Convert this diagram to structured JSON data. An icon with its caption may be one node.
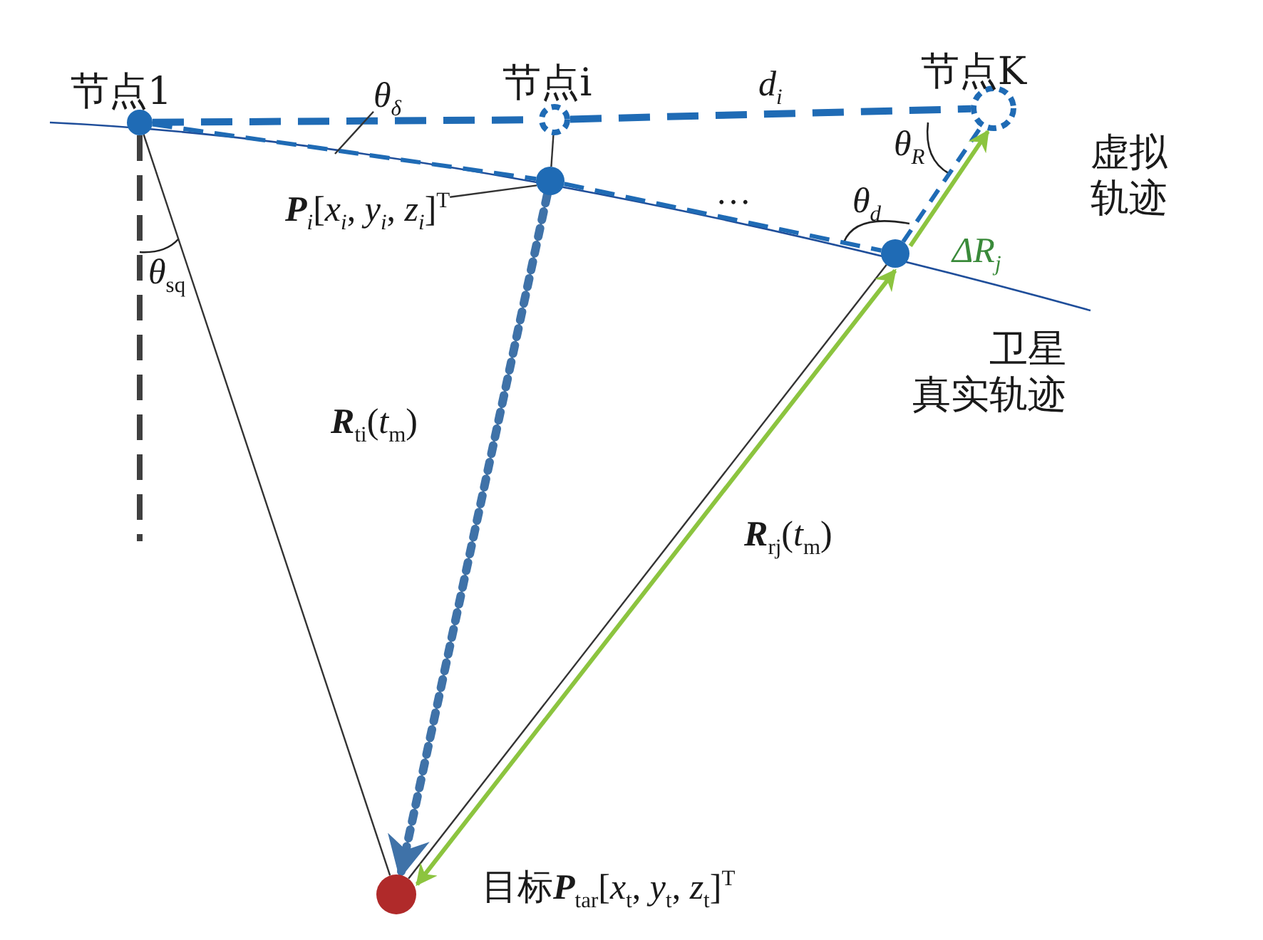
{
  "diagram": {
    "nodes": [
      {
        "text": [
          "节点1"
        ]
      },
      {
        "text": [
          "节点i"
        ]
      },
      {
        "text": [
          "节点K"
        ]
      },
      {
        "text": [
          "θ$_{δ}$"
        ]
      },
      {
        "text": [],
        "shape": "circle"
      },
      {
        "text": [
          "**P**$_{i}$[*x*$_{i}$, *y*$_{i}$, *z*$_{i}$]$^{T}$"
        ]
      },
      {
        "text": [],
        "shape": "circle"
      },
      {
        "text": [
          "目标**P**$_{tar}$[*x*$_{t}$, *y*$_{t}$, *z*$_{t}$]$^{T}$"
        ]
      }
    ],
    "edges": [
      {
        "from": 0,
        "to": 1,
        "arrow": "none",
        "style": "dashed",
        "color": "#1f6bb5"
      },
      {
        "from": 1,
        "to": 2,
        "arrow": "none",
        "style": "dashed",
        "color": "#1f6bb5"
      },
      {
        "from": 0,
        "to": 4,
        "arrow": "none",
        "style": "dashed",
        "color": "#1f6bb5"
      },
      {
        "from": 4,
        "to": 6,
        "arrow": "none",
        "style": "dashed",
        "color": "#1f6bb5"
      },
      {
        "from": 6,
        "to": 2,
        "arrow": "none",
        "style": "dashed",
        "color": "#1f6bb5"
      },
      {
        "from": 0,
        "to": null,
        "arrow": "none",
        "style": "dashed",
        "color": "#404040"
      },
      {
        "from": 0,
        "to": 7,
        "arrow": "none",
        "color": "#333333"
      },
      {
        "from": 1,
        "to": 4,
        "arrow": "none",
        "color": "#333333"
      },
      {
        "from": 4,
        "to": 7,
        "arrow": "none",
        "color": "#333333"
      },
      {
        "from": 6,
        "to": 7,
        "arrow": "none",
        "color": "#333333"
      },
      {
        "from": 4,
        "to": 7,
        "arrow": "to",
        "style": "dashed",
        "color": "#3f72a8",
        "label": "**R**$_{ti}$(*t*$_{m}$)"
      },
      {
        "from": 6,
        "to": 7,
        "arrow": "both",
        "color": "#8cc43f",
        "label": "**R**$_{rj}$(*t*$_{m}$)"
      },
      {
        "from": 6,
        "to": 2,
        "arrow": "to",
        "color": "#8cc43f",
        "label": "ΔR$_{j}$"
      },
      {
        "from": 3,
        "to": null,
        "arrow": "none",
        "color": "#333333"
      },
      {
        "from": 5,
        "to": 4,
        "arrow": "none",
        "color": "#333333"
      }
    ],
    "labels": [
      "*θ*$_{sq}$",
      "d$_{i}$",
      "θ$_{R}$",
      "θ$_{d}$",
      "…",
      "虚拟轨迹",
      "卫星真实轨迹"
    ]
  }
}
